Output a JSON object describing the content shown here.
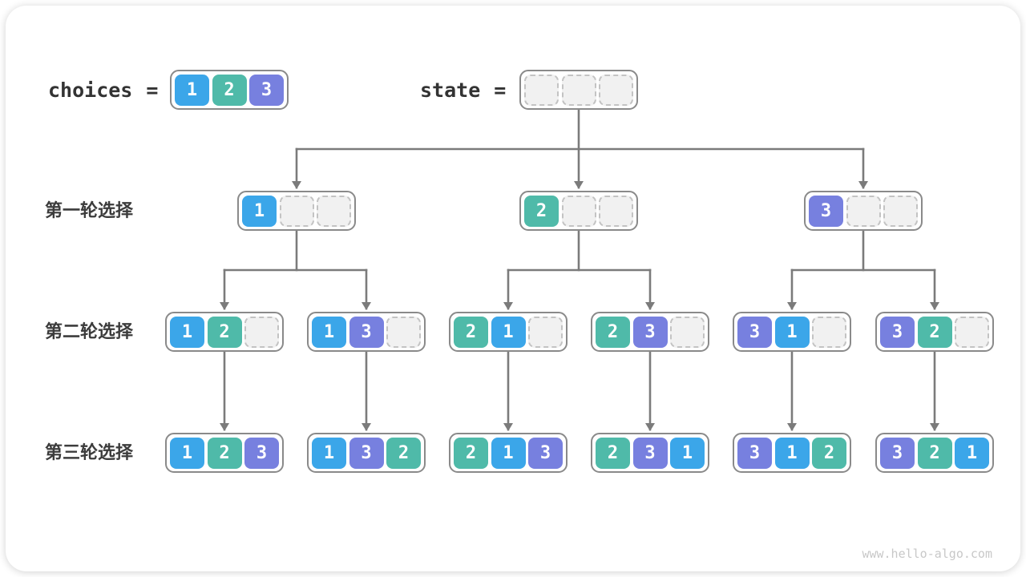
{
  "diagram": {
    "arrays": {
      "choices": {
        "label": "choices",
        "equals": "=",
        "cells": [
          "1",
          "2",
          "3"
        ]
      },
      "state": {
        "label": "state",
        "equals": "=",
        "cells": []
      }
    },
    "rounds": [
      {
        "label": "第一轮选择",
        "nodes": [
          {
            "cells": [
              "1"
            ]
          },
          {
            "cells": [
              "2"
            ]
          },
          {
            "cells": [
              "3"
            ]
          }
        ]
      },
      {
        "label": "第二轮选择",
        "nodes": [
          {
            "cells": [
              "1",
              "2"
            ]
          },
          {
            "cells": [
              "1",
              "3"
            ]
          },
          {
            "cells": [
              "2",
              "1"
            ]
          },
          {
            "cells": [
              "2",
              "3"
            ]
          },
          {
            "cells": [
              "3",
              "1"
            ]
          },
          {
            "cells": [
              "3",
              "2"
            ]
          }
        ]
      },
      {
        "label": "第三轮选择",
        "nodes": [
          {
            "cells": [
              "1",
              "2",
              "3"
            ]
          },
          {
            "cells": [
              "1",
              "3",
              "2"
            ]
          },
          {
            "cells": [
              "2",
              "1",
              "3"
            ]
          },
          {
            "cells": [
              "2",
              "3",
              "1"
            ]
          },
          {
            "cells": [
              "3",
              "1",
              "2"
            ]
          },
          {
            "cells": [
              "3",
              "2",
              "1"
            ]
          }
        ]
      }
    ],
    "colors": {
      "1": "#3BA6E9",
      "2": "#4FBAA9",
      "3": "#7780DF",
      "empty_fill": "#F1F1F1",
      "empty_border": "#C3C3C3"
    },
    "watermark": "www.hello-algo.com"
  }
}
